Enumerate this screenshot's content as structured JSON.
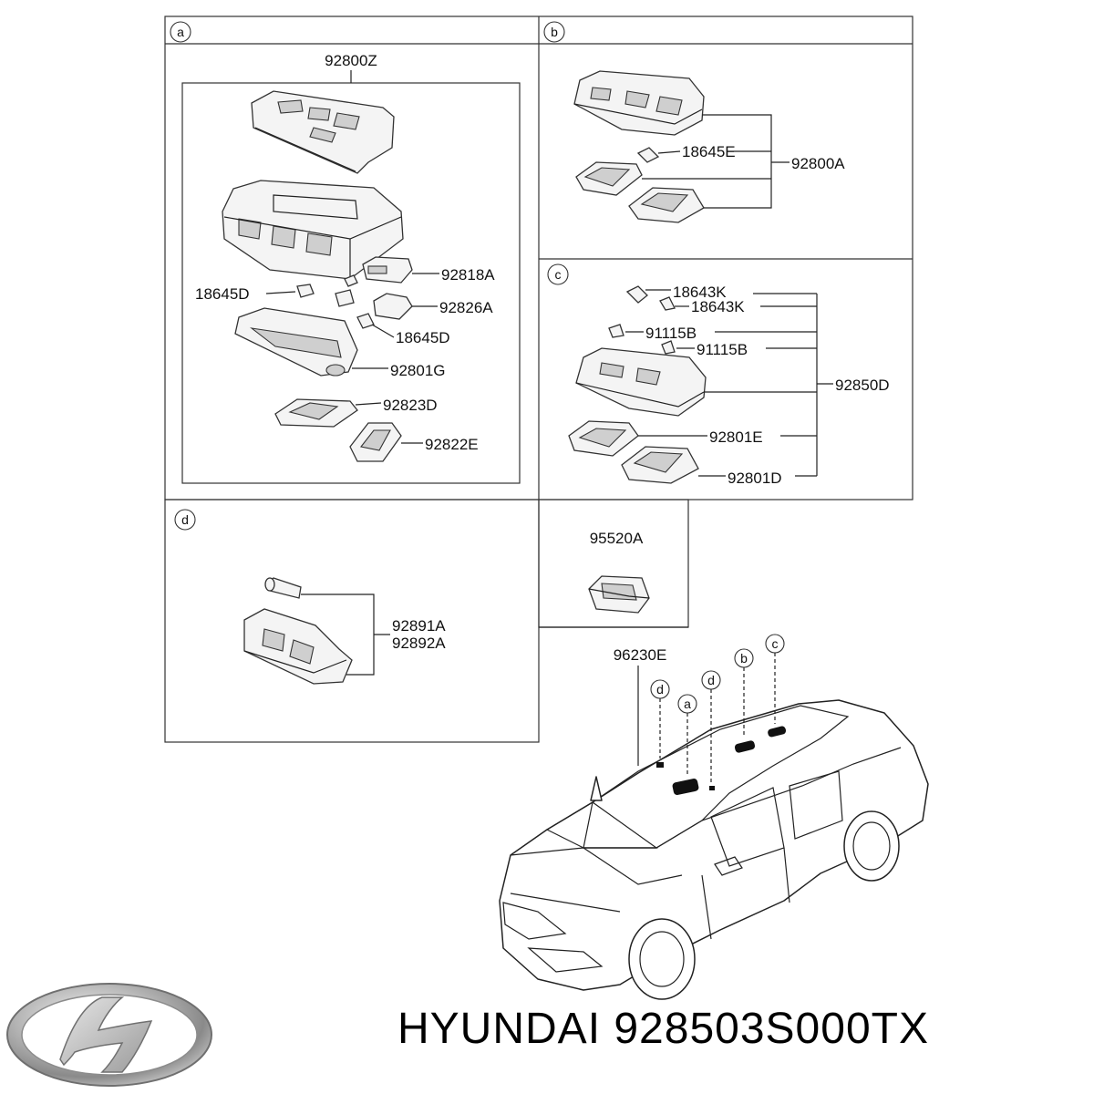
{
  "sections": {
    "a": "a",
    "b": "b",
    "c": "c",
    "d": "d"
  },
  "parts": {
    "p92800Z": "92800Z",
    "p92818A": "92818A",
    "p18645D_l": "18645D",
    "p92826A": "92826A",
    "p18645D_r": "18645D",
    "p92801G": "92801G",
    "p92823D": "92823D",
    "p92822E": "92822E",
    "p18645E": "18645E",
    "p92800A": "92800A",
    "p18643K_1": "18643K",
    "p18643K_2": "18643K",
    "p91115B_1": "91115B",
    "p91115B_2": "91115B",
    "p92850D": "92850D",
    "p92801E": "92801E",
    "p92801D": "92801D",
    "p92891A": "92891A",
    "p92892A": "92892A",
    "p95520A": "95520A",
    "p96230E": "96230E"
  },
  "callouts": [
    "d",
    "a",
    "d",
    "b",
    "c"
  ],
  "brand": {
    "logo": "hyundai-logo",
    "text": "HYUNDAI 928503S000TX"
  }
}
